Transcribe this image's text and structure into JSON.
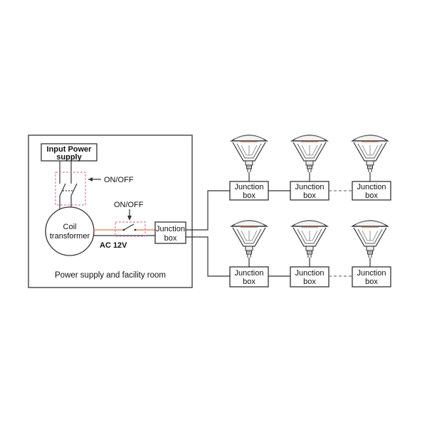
{
  "facility_room": {
    "caption": "Power supply and facility room",
    "input_power": {
      "line1": "Input Power",
      "line2": "supply"
    },
    "switch_main_label": "ON/OFF",
    "switch_secondary_label": "ON/OFF",
    "transformer": {
      "line1": "Coil",
      "line2": "transformer"
    },
    "voltage_label": "AC 12V",
    "junction_box": {
      "line1": "Junction",
      "line2": "box"
    }
  },
  "junction_boxes": [
    {
      "line1": "Junction",
      "line2": "box"
    },
    {
      "line1": "Junction",
      "line2": "box"
    },
    {
      "line1": "Junction",
      "line2": "box"
    },
    {
      "line1": "Junction",
      "line2": "box"
    },
    {
      "line1": "Junction",
      "line2": "box"
    },
    {
      "line1": "Junction",
      "line2": "box"
    }
  ],
  "colors": {
    "line": "#333333",
    "switch_dash": "#e07aa8",
    "wire_accent": "#e8774a"
  }
}
